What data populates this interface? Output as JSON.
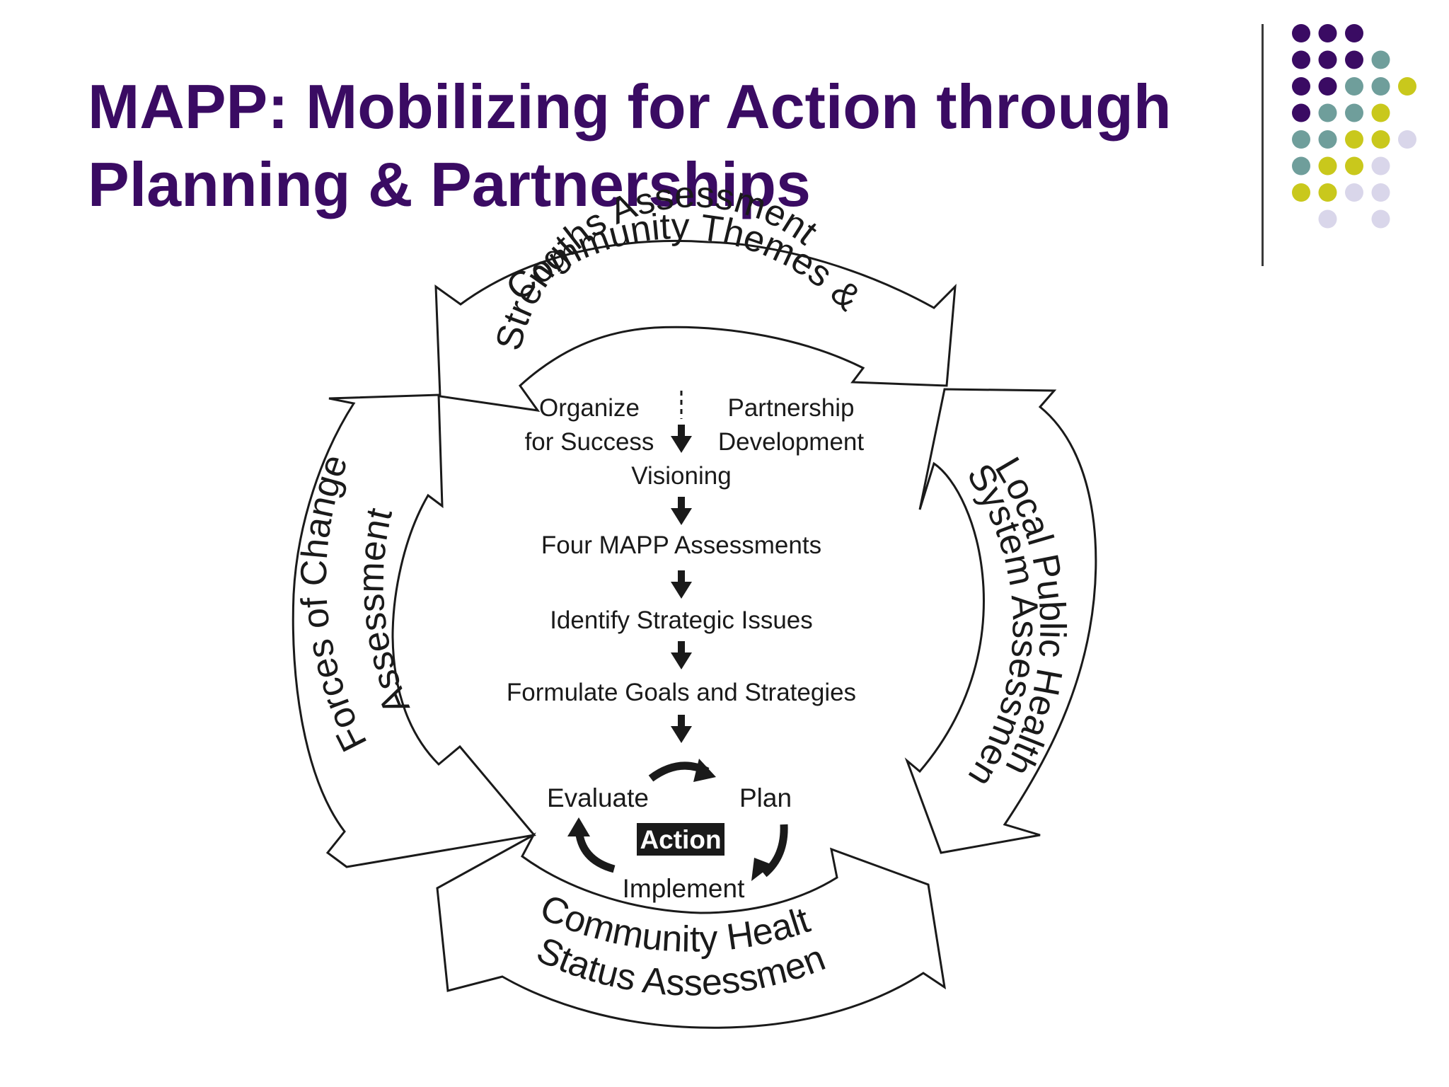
{
  "slide": {
    "title_line1": "MAPP: Mobilizing for Action through",
    "title_line2": "Planning & Partnerships"
  },
  "colors": {
    "title": "#3a0b63",
    "dot_purple": "#3a0b63",
    "dot_teal": "#6f9e9b",
    "dot_olive": "#c9c81c",
    "dot_lavender": "#d9d6ea",
    "diagram_ink": "#1a1a1a"
  },
  "diagram": {
    "sectors": {
      "top_line1": "Community Themes &",
      "top_line2": "Strengths Assessment",
      "left_line1": "Forces of Change",
      "left_line2": "Assessment",
      "right_line1": "Local Public Health",
      "right_line2": "System Assessment",
      "bottom_line1": "Community Health",
      "bottom_line2": "Status Assessment"
    },
    "steps": {
      "organize_line1": "Organize",
      "organize_line2": "for Success",
      "partnership_line1": "Partnership",
      "partnership_line2": "Development",
      "visioning": "Visioning",
      "assessments": "Four MAPP Assessments",
      "strategic_issues": "Identify Strategic Issues",
      "goals": "Formulate Goals and Strategies"
    },
    "action_cycle": {
      "evaluate": "Evaluate",
      "plan": "Plan",
      "action": "Action",
      "implement": "Implement"
    }
  }
}
